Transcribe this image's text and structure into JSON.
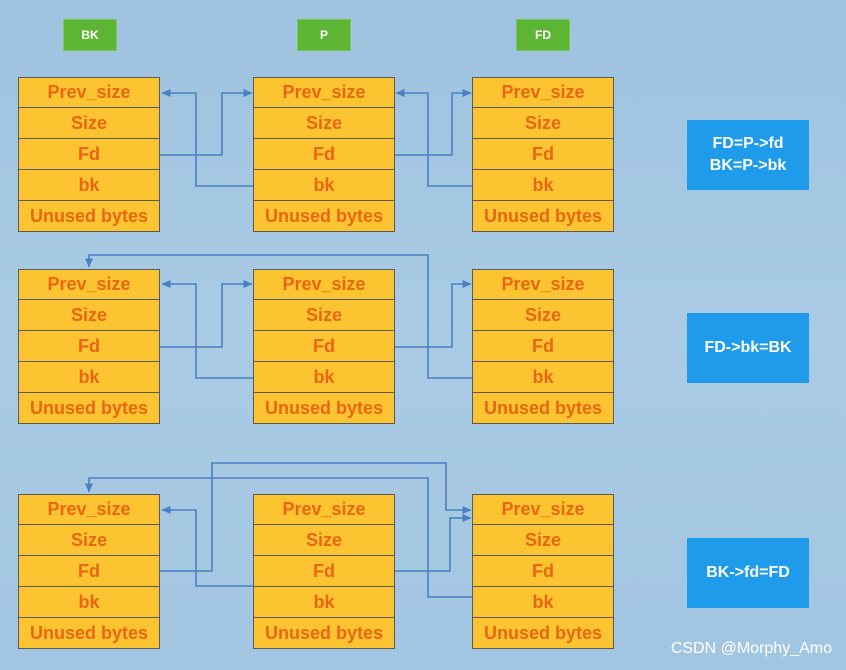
{
  "labels": {
    "bk": "BK",
    "p": "P",
    "fd": "FD"
  },
  "fields": {
    "prev_size": "Prev_size",
    "size": "Size",
    "fd": "Fd",
    "bk": "bk",
    "unused": "Unused bytes"
  },
  "notes": {
    "step1_line1": "FD=P->fd",
    "step1_line2": "BK=P->bk",
    "step2": "FD->bk=BK",
    "step3": "BK->fd=FD"
  },
  "watermark": "CSDN @Morphy_Amo",
  "colors": {
    "background": "#a9cbe5",
    "chunk_fill": "#fcc430",
    "chunk_text": "#ea6612",
    "tag_fill": "#5db534",
    "note_fill": "#1e9bea",
    "arrow": "#4a7fc0"
  }
}
